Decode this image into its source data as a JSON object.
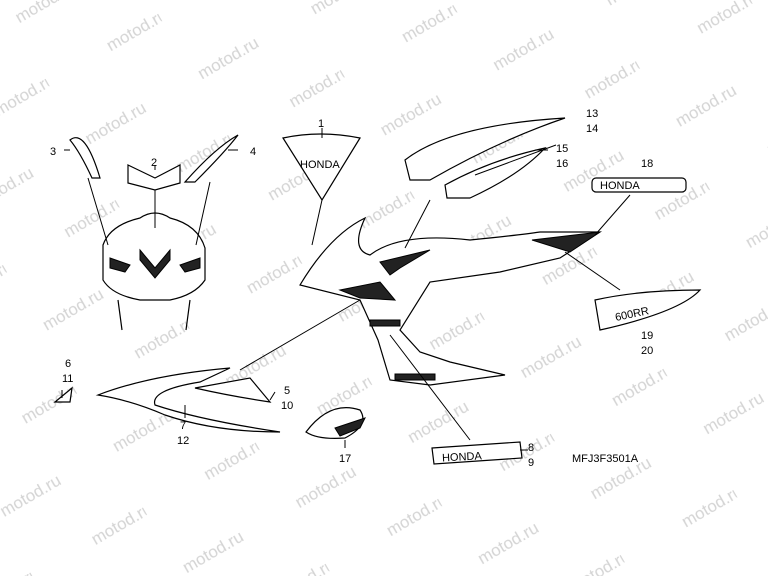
{
  "watermark": "motod.ru",
  "diagram_code": "MFJ3F3501A",
  "callouts": {
    "c1": [
      "1"
    ],
    "c2": [
      "2"
    ],
    "c3": [
      "3"
    ],
    "c4": [
      "4"
    ],
    "c5": [
      "5",
      "10"
    ],
    "c6": [
      "6",
      "11"
    ],
    "c7": [
      "7",
      "12"
    ],
    "c8": [
      "8",
      "9"
    ],
    "c13": [
      "13",
      "14"
    ],
    "c15": [
      "15",
      "16"
    ],
    "c17": [
      "17"
    ],
    "c18": [
      "18"
    ],
    "c19": [
      "19",
      "20"
    ]
  },
  "decal_text": {
    "honda": "HONDA",
    "model": "600RR"
  },
  "colors": {
    "line": "#000000",
    "watermark": "#d4d4d4"
  }
}
